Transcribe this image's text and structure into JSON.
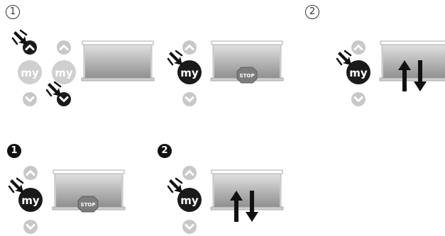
{
  "steps": {
    "top_1": "1",
    "top_2": "2",
    "bottom_1": "1",
    "bottom_2": "2"
  },
  "remote": {
    "my_label": "my"
  },
  "badges": {
    "stop_label": "STOP"
  },
  "colors": {
    "button_dark": "#1a1a1a",
    "button_light": "#c8c8c8",
    "my_light": "#cfcfcf",
    "shade_gradient_top": "#e6e6e6",
    "shade_gradient_bottom": "#9a9a9a",
    "stop_badge": "#7a7a7a"
  },
  "icons": [
    "chevron-up-icon",
    "chevron-down-icon",
    "press-arrow-icon",
    "stop-octagon-icon",
    "move-up-arrow-icon",
    "move-down-arrow-icon"
  ]
}
